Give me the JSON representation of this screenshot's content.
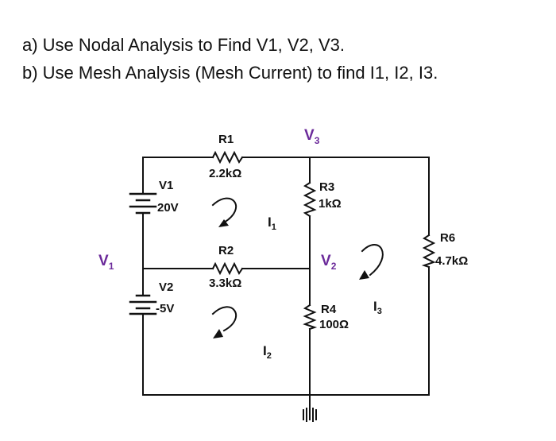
{
  "question": {
    "part_a": "a) Use Nodal Analysis to Find V1, V2, V3.",
    "part_b": "b) Use Mesh Analysis (Mesh Current) to find I1, I2, I3."
  },
  "circuit": {
    "node_v1": {
      "main": "V",
      "sub": "1"
    },
    "node_v2": {
      "main": "V",
      "sub": "2"
    },
    "node_v3": {
      "main": "V",
      "sub": "3"
    },
    "sources": [
      {
        "name": "V1",
        "value": "20V"
      },
      {
        "name": "V2",
        "value": "-5V"
      }
    ],
    "resistors": [
      {
        "name": "R1",
        "value": "2.2kΩ"
      },
      {
        "name": "R2",
        "value": "3.3kΩ"
      },
      {
        "name": "R3",
        "value": "1kΩ"
      },
      {
        "name": "R4",
        "value": "100Ω"
      },
      {
        "name": "R6",
        "value": "4.7kΩ"
      }
    ],
    "mesh_currents": [
      {
        "main": "I",
        "sub": "1"
      },
      {
        "main": "I",
        "sub": "2"
      },
      {
        "main": "I",
        "sub": "3"
      }
    ],
    "colors": {
      "node_label": "#6b2a9a",
      "wire": "#111111"
    }
  }
}
